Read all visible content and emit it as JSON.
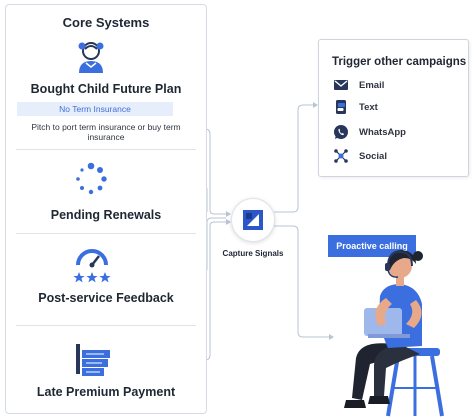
{
  "core_systems": {
    "title": "Core Systems",
    "sections": [
      {
        "title": "Bought Child Future Plan",
        "tag": "No Term Insurance",
        "description": "Pitch to port term insurance or buy term insurance",
        "icon": "child-icon"
      },
      {
        "title": "Pending Renewals",
        "icon": "loading-dots-icon"
      },
      {
        "title": "Post-service Feedback",
        "icon": "gauge-stars-icon"
      },
      {
        "title": "Late Premium Payment",
        "icon": "payment-stack-icon"
      }
    ]
  },
  "capture": {
    "label": "Capture Signals",
    "icon": "capture-logo-icon"
  },
  "campaigns": {
    "title": "Trigger other campaigns",
    "channels": [
      {
        "label": "Email",
        "icon": "email-icon"
      },
      {
        "label": "Text",
        "icon": "text-message-icon"
      },
      {
        "label": "WhatsApp",
        "icon": "whatsapp-icon"
      },
      {
        "label": "Social",
        "icon": "social-network-icon"
      }
    ]
  },
  "proactive": {
    "label": "Proactive calling"
  },
  "colors": {
    "accent": "#3b6fe0",
    "icon_dark": "#27365a",
    "connector": "#b9c4d4"
  }
}
